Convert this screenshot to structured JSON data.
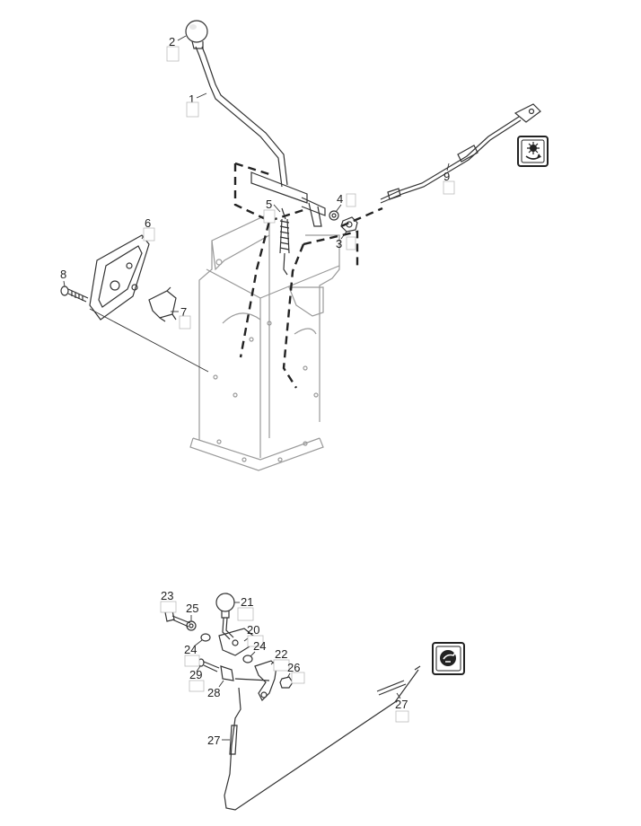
{
  "top_assembly": {
    "labels": {
      "p1": "1",
      "p2": "2",
      "p3": "3",
      "p4": "4",
      "p5": "5",
      "p6": "6",
      "p7": "7",
      "p8": "8",
      "p9": "9"
    },
    "symbol_icon": "pto-engage-icon"
  },
  "bottom_assembly": {
    "labels": {
      "p20": "20",
      "p21": "21",
      "p22": "22",
      "p23": "23",
      "p24a": "24",
      "p24b": "24",
      "p25": "25",
      "p26": "26",
      "p27a": "27",
      "p27b": "27",
      "p28": "28",
      "p29": "29"
    },
    "symbol_icon": "speed-rabbit-icon"
  }
}
